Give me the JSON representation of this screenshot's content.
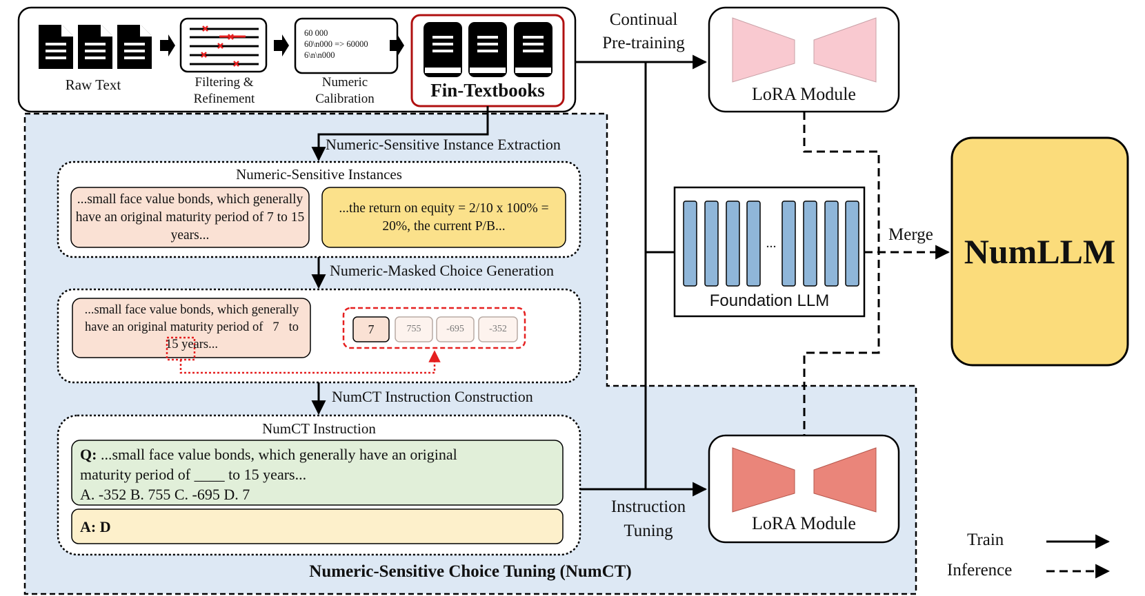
{
  "pipeline": {
    "raw_text": "Raw Text",
    "filtering": [
      "Filtering &",
      "Refinement"
    ],
    "numeric_calibration": [
      "Numeric",
      "Calibration"
    ],
    "calibration_sample": [
      "60 000",
      "60\\n000 => 60000",
      "6\\n\\n000"
    ],
    "fin_textbooks": "Fin-Textbooks"
  },
  "numct": {
    "title": "Numeric-Sensitive Choice Tuning (NumCT)",
    "step_extraction": "Numeric-Sensitive Instance Extraction",
    "instances_title": "Numeric-Sensitive Instances",
    "instance_1": "...small face value bonds, which generally have an original maturity period of 7 to 15 years...",
    "instance_2": "...the return on equity = 2/10 x 100% = 20%, the current P/B...",
    "step_masked": "Numeric-Masked Choice Generation",
    "masked_text_before": "...small face value bonds, which generally have an original maturity period of",
    "masked_number": "7",
    "masked_text_after": "to 15 years...",
    "choices": [
      "7",
      "755",
      "-695",
      "-352"
    ],
    "step_instruction": "NumCT Instruction Construction",
    "instruction_title": "NumCT Instruction",
    "question_label": "Q:",
    "question_text": "...small face value bonds, which generally have an original maturity period of ____ to 15 years...",
    "question_options": "A. -352 B. 755 C. -695 D. 7",
    "answer": "A: D"
  },
  "models": {
    "continual_pretraining": [
      "Continual",
      "Pre-training"
    ],
    "lora_top": "LoRA Module",
    "lora_bottom": "LoRA Module",
    "foundation_llm": "Foundation LLM",
    "foundation_ellipsis": "...",
    "instruction_tuning": [
      "Instruction",
      "Tuning"
    ],
    "merge": "Merge",
    "numllm": "NumLLM"
  },
  "legend": {
    "train": "Train",
    "inference": "Inference"
  },
  "colors": {
    "numct_background": "#dde8f4",
    "instance_orange": "#fae1d4",
    "instance_yellow": "#fbe18b",
    "question_green": "#e1efd9",
    "answer_cream": "#fdf0cb",
    "lora_top_pink": "#f9c9d0",
    "lora_bottom_red": "#ea857a",
    "llm_blue": "#8fb6d9",
    "numllm_yellow": "#fbdc7b",
    "highlight_red": "#c00000",
    "mask_red": "#e52020"
  }
}
